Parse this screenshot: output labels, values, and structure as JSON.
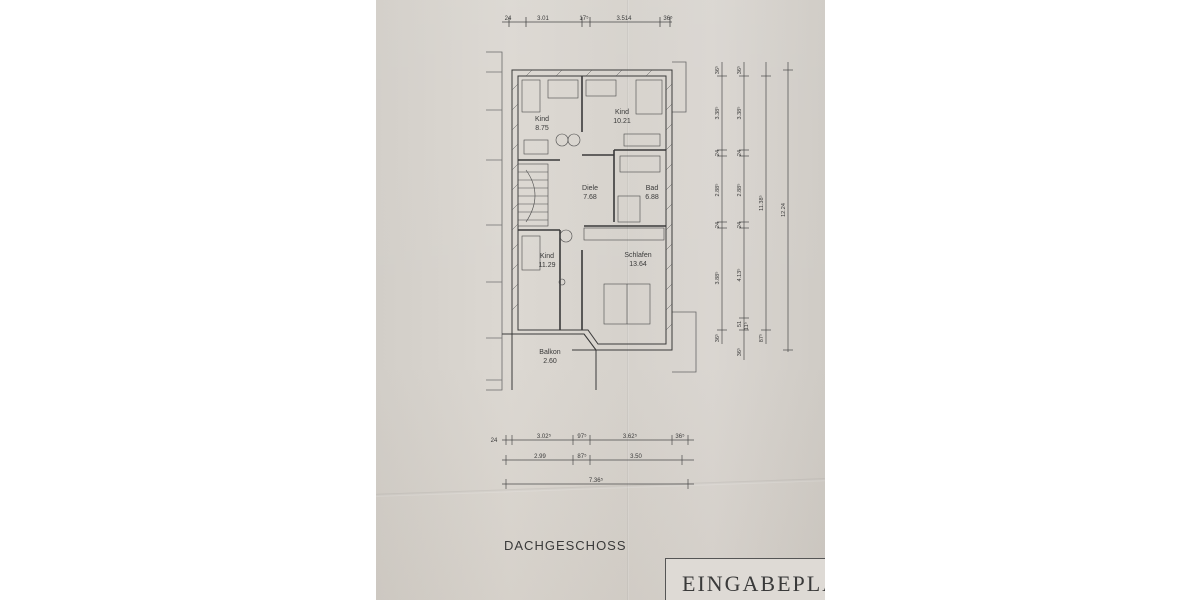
{
  "drawing": {
    "title": "DACHGESCHOSS",
    "stamp_text": "EINGABEPLA"
  },
  "rooms": [
    {
      "id": "kind-1",
      "name": "Kind",
      "area": "8.75"
    },
    {
      "id": "kind-2",
      "name": "Kind",
      "area": "10.21"
    },
    {
      "id": "diele",
      "name": "Diele",
      "area": "7.68"
    },
    {
      "id": "bad",
      "name": "Bad",
      "area": "6.88"
    },
    {
      "id": "kind-3",
      "name": "Kind",
      "area": "11.29"
    },
    {
      "id": "schlafen",
      "name": "Schlafen",
      "area": "13.64"
    },
    {
      "id": "balkon",
      "name": "Balkon",
      "area": "2.60"
    }
  ],
  "dimensions": {
    "top": [
      "24",
      "3.01",
      "17⁵",
      "3.514",
      "36⁵"
    ],
    "bottom_row1": [
      "24",
      "3.02⁵",
      "97⁵",
      "3.62⁵",
      "36⁵"
    ],
    "bottom_row2": [
      "2.99",
      "87⁵",
      "3.50"
    ],
    "bottom_total": "7.36⁵",
    "right_col1": [
      "36⁵",
      "3.38⁵",
      "24",
      "2.88⁵",
      "24",
      "3.88⁵",
      "36⁵"
    ],
    "right_col2": [
      "36⁵",
      "3.38⁵",
      "24",
      "2.88⁵",
      "24",
      "4.13⁵",
      "51",
      "11⁵",
      "36⁵"
    ],
    "right_col3": "11.38⁵",
    "right_col4": "12.24",
    "right_col3_bottom": "87⁵"
  }
}
